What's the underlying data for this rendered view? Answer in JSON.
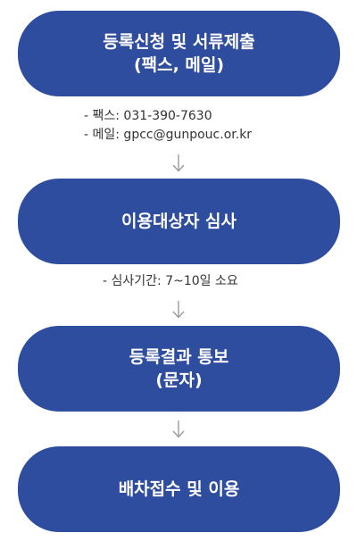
{
  "steps": [
    {
      "line1": "등록신청 및 서류제출",
      "line2": "(팩스, 메일)"
    },
    {
      "line1": "이용대상자 심사",
      "line2": ""
    },
    {
      "line1": "등록결과 통보",
      "line2": "(문자)"
    },
    {
      "line1": "배차접수 및 이용",
      "line2": ""
    }
  ],
  "notes": {
    "step1": [
      "- 팩스: 031-390-7630",
      "- 메일: gpcc@gunpouc.or.kr"
    ],
    "step2": [
      "- 심사기간: 7~10일 소요"
    ]
  },
  "colors": {
    "pill_fill": "#2f4d9f",
    "pill_text": "#ffffff",
    "note_text": "#333333",
    "arrow": "#9a9a9a"
  }
}
